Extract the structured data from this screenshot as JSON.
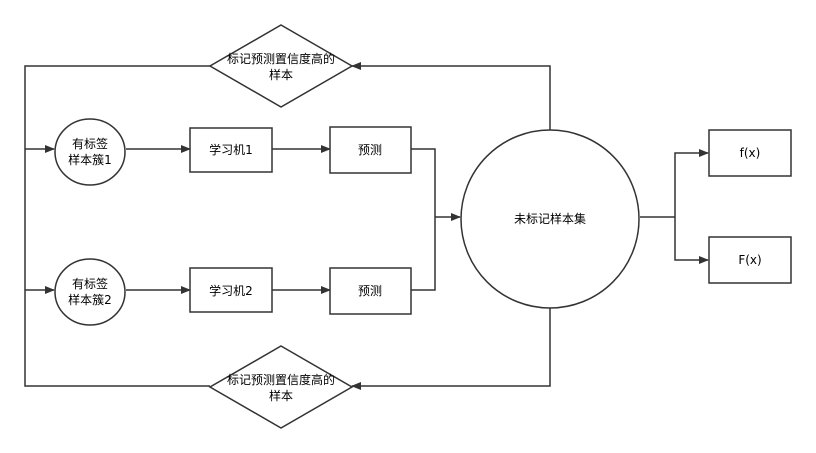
{
  "diagram": {
    "nodes": {
      "diamond_top": {
        "lines": [
          "标记预测置信度高的",
          "样本"
        ]
      },
      "diamond_bottom": {
        "lines": [
          "标记预测置信度高的",
          "样本"
        ]
      },
      "cluster1": {
        "lines": [
          "有标签",
          "样本簇1"
        ]
      },
      "cluster2": {
        "lines": [
          "有标签",
          "样本簇2"
        ]
      },
      "learner1": {
        "label": "学习机1"
      },
      "learner2": {
        "label": "学习机2"
      },
      "predict1": {
        "label": "预测"
      },
      "predict2": {
        "label": "预测"
      },
      "unlabeled": {
        "label": "未标记样本集"
      },
      "out_f": {
        "label": "f(x)"
      },
      "out_F": {
        "label": "F(x)"
      }
    },
    "edges": [
      {
        "from": "cluster1",
        "to": "learner1"
      },
      {
        "from": "learner1",
        "to": "predict1"
      },
      {
        "from": "cluster2",
        "to": "learner2"
      },
      {
        "from": "learner2",
        "to": "predict2"
      },
      {
        "from": "predict1",
        "to": "unlabeled"
      },
      {
        "from": "predict2",
        "to": "unlabeled"
      },
      {
        "from": "unlabeled",
        "to": "diamond_top"
      },
      {
        "from": "unlabeled",
        "to": "diamond_bottom"
      },
      {
        "from": "diamond_top",
        "to": "cluster1"
      },
      {
        "from": "diamond_top",
        "to": "cluster2"
      },
      {
        "from": "diamond_bottom",
        "to": "cluster1"
      },
      {
        "from": "diamond_bottom",
        "to": "cluster2"
      },
      {
        "from": "unlabeled",
        "to": "out_f"
      },
      {
        "from": "unlabeled",
        "to": "out_F"
      }
    ],
    "colors": {
      "stroke": "#333333",
      "fill": "#ffffff",
      "text": "#000000"
    }
  }
}
